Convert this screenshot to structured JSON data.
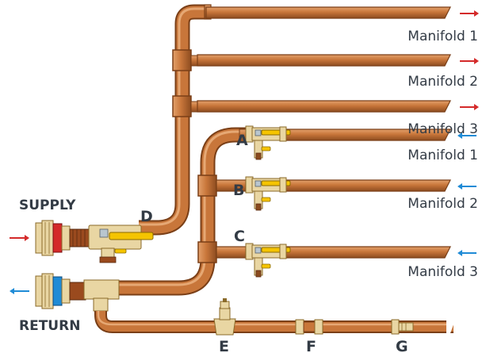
{
  "labels": {
    "supply": "SUPPLY",
    "return": "RETURN",
    "supply_manifolds": [
      "Manifold 1",
      "Manifold 2",
      "Manifold 3"
    ],
    "return_manifolds": [
      "Manifold 1",
      "Manifold 2",
      "Manifold 3"
    ],
    "valves": [
      "A",
      "B",
      "C",
      "D"
    ],
    "fittings": [
      "E",
      "F",
      "G"
    ]
  },
  "colors": {
    "copper": "#c8763a",
    "copper_dark": "#8a4a1e",
    "brass": "#e9d6a3",
    "valve_handle": "#f5c400",
    "supply_red": "#d42a2a",
    "return_blue": "#1f8bd6",
    "text": "#333b45"
  }
}
